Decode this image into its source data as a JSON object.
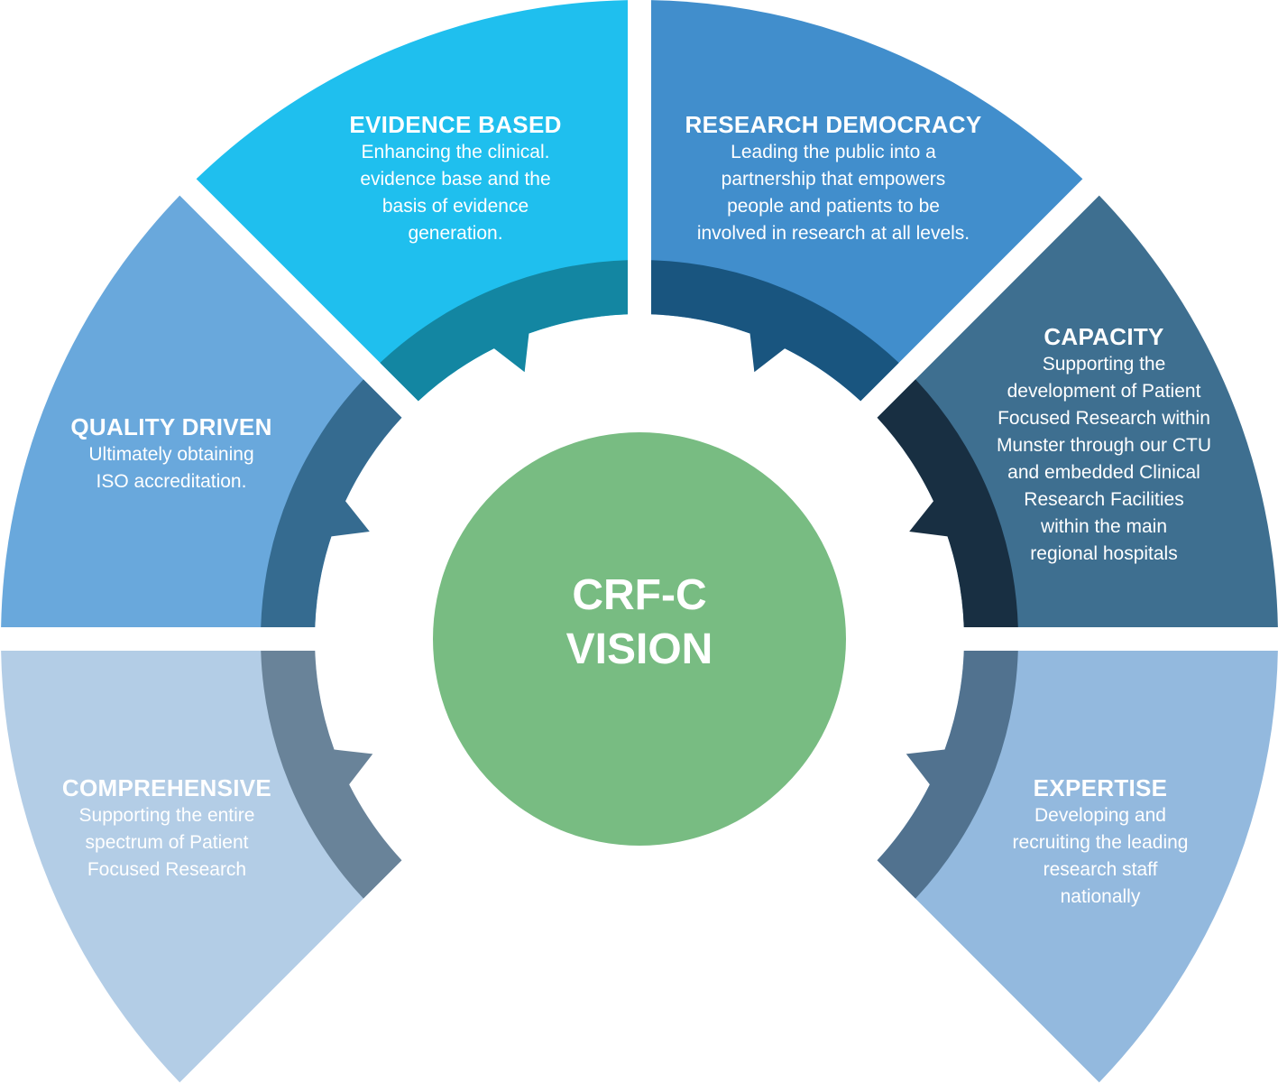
{
  "center": {
    "line1": "CRF-C",
    "line2": "VISION",
    "color": "#78bc82"
  },
  "segments": [
    {
      "id": "evidence-based",
      "title": "EVIDENCE BASED",
      "description_lines": [
        "Enhancing the clinical.",
        "evidence base and the",
        "basis of evidence",
        "generation."
      ],
      "color": "#1fbfee",
      "ring_color": "#1386a2"
    },
    {
      "id": "research-democracy",
      "title": "RESEARCH DEMOCRACY",
      "description_lines": [
        "Leading the public into a",
        "partnership that empowers",
        "people and patients to be",
        "involved in research at all levels."
      ],
      "color": "#418ecc",
      "ring_color": "#19557f"
    },
    {
      "id": "capacity",
      "title": "CAPACITY",
      "description_lines": [
        "Supporting the",
        "development of Patient",
        "Focused Research within",
        "Munster through our CTU",
        "and embedded Clinical",
        "Research Facilities",
        "within the main",
        "regional hospitals"
      ],
      "color": "#3e6f90",
      "ring_color": "#182f42"
    },
    {
      "id": "expertise",
      "title": "EXPERTISE",
      "description_lines": [
        "Developing and",
        "recruiting the leading",
        "research staff",
        "nationally"
      ],
      "color": "#93b9de",
      "ring_color": "#51728f"
    },
    {
      "id": "comprehensive",
      "title": "COMPREHENSIVE",
      "description_lines": [
        "Supporting the entire",
        "spectrum of Patient",
        "Focused Research"
      ],
      "color": "#b3cde6",
      "ring_color": "#698399"
    },
    {
      "id": "quality-driven",
      "title": "QUALITY DRIVEN",
      "description_lines": [
        "Ultimately obtaining",
        "ISO accreditation."
      ],
      "color": "#69a8dc",
      "ring_color": "#356b90"
    }
  ]
}
